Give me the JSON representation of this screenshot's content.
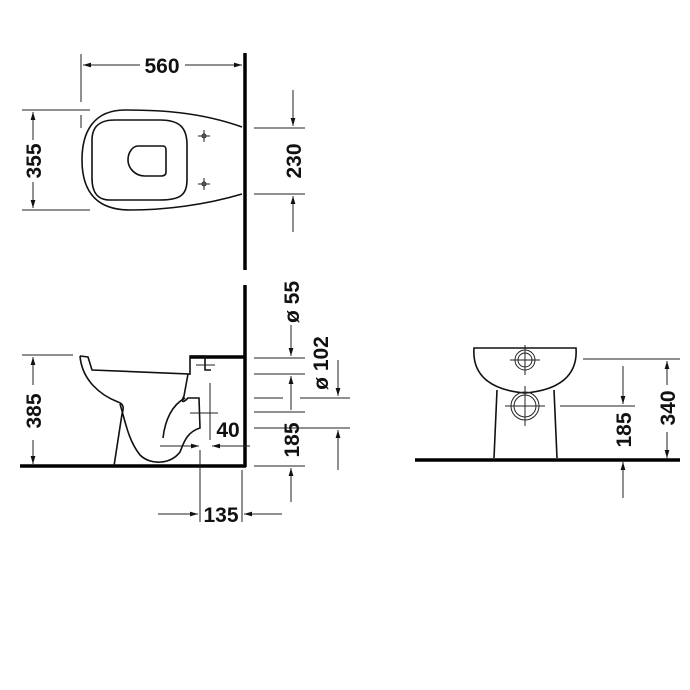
{
  "drawing": {
    "title": "Floor-standing toilet technical drawing",
    "views": [
      "top-view",
      "side-view",
      "front-view"
    ],
    "units": "mm"
  },
  "dimensions": {
    "top_view": {
      "length": "560",
      "width": "355",
      "fixing_holes_spacing": "230"
    },
    "side_view": {
      "height": "385",
      "inlet_diameter": "ø 55",
      "outlet_diameter": "ø 102",
      "outlet_offset": "40",
      "outlet_height": "185",
      "wall_to_outlet": "135"
    },
    "front_view": {
      "outlet_height": "185",
      "total_height": "340"
    }
  },
  "colors": {
    "line": "#111111",
    "background": "#ffffff"
  }
}
